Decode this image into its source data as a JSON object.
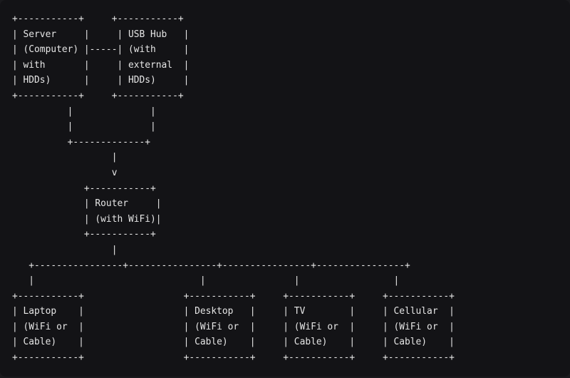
{
  "diagram": {
    "lines": [
      "+-----------+     +-----------+",
      "| Server     |     | USB Hub   |",
      "| (Computer) |-----| (with     |",
      "| with       |     | external  |",
      "| HDDs)      |     | HDDs)     |",
      "+-----------+     +-----------+",
      "          |              |",
      "          |              |",
      "          +-------------+",
      "                  |",
      "                  v",
      "             +-----------+",
      "             | Router     |",
      "             | (with WiFi)|",
      "             +-----------+",
      "                  |",
      "   +----------------+----------------+----------------+----------------+",
      "   |                              |                |                 |",
      "+-----------+                  +-----------+     +-----------+     +-----------+",
      "| Laptop    |                  | Desktop   |     | TV        |     | Cellular  |",
      "| (WiFi or  |                  | (WiFi or  |     | (WiFi or  |     | (WiFi or  |",
      "| Cable)    |                  | Cable)    |     | Cable)    |     | Cable)    |",
      "+-----------+                  +-----------+     +-----------+     +-----------+"
    ]
  }
}
